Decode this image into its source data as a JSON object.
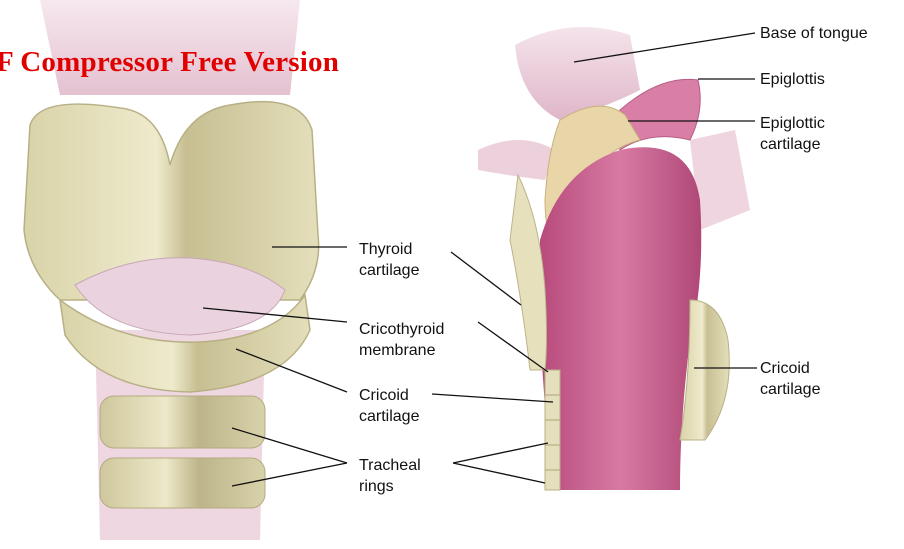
{
  "watermark": {
    "text": "F Compressor Free Version",
    "color": "#e00000"
  },
  "labels": {
    "thyroid_cartilage": "Thyroid\ncartilage",
    "cricothyroid_membrane": "Cricothyroid\nmembrane",
    "cricoid_cartilage_front": "Cricoid\ncartilage",
    "tracheal_rings": "Tracheal\nrings",
    "base_of_tongue": "Base of tongue",
    "epiglottis": "Epiglottis",
    "epiglottic_cartilage": "Epiglottic\ncartilage",
    "cricoid_cartilage_side": "Cricoid\ncartilage"
  },
  "colors": {
    "cartilage": "#e6e2bf",
    "cartilage_shade": "#c9c39a",
    "muscle": "#e9c9d6",
    "mucosa": "#c95f8e",
    "leader_line": "#111111"
  }
}
